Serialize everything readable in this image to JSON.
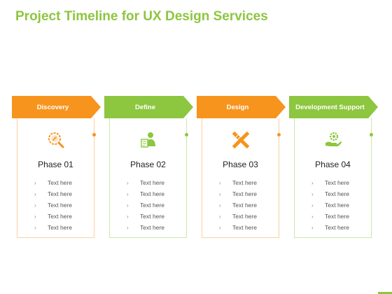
{
  "title": "Project Timeline for UX Design Services",
  "colors": {
    "orange": "#f7941d",
    "green": "#8dc63f"
  },
  "phases": [
    {
      "stage": "Discovery",
      "phase": "Phase 01",
      "icon": "magnifier-gear-icon",
      "color": "orange",
      "items": [
        "Text here",
        "Text here",
        "Text here",
        "Text here",
        "Text here"
      ]
    },
    {
      "stage": "Define",
      "phase": "Phase 02",
      "icon": "person-document-icon",
      "color": "green",
      "items": [
        "Text here",
        "Text here",
        "Text here",
        "Text here",
        "Text here"
      ]
    },
    {
      "stage": "Design",
      "phase": "Phase 03",
      "icon": "pencil-ruler-icon",
      "color": "orange",
      "items": [
        "Text here",
        "Text here",
        "Text here",
        "Text here",
        "Text here"
      ]
    },
    {
      "stage": "Development Support",
      "phase": "Phase 04",
      "icon": "hand-gear-icon",
      "color": "green",
      "items": [
        "Text here",
        "Text here",
        "Text here",
        "Text here",
        "Text here"
      ]
    }
  ]
}
